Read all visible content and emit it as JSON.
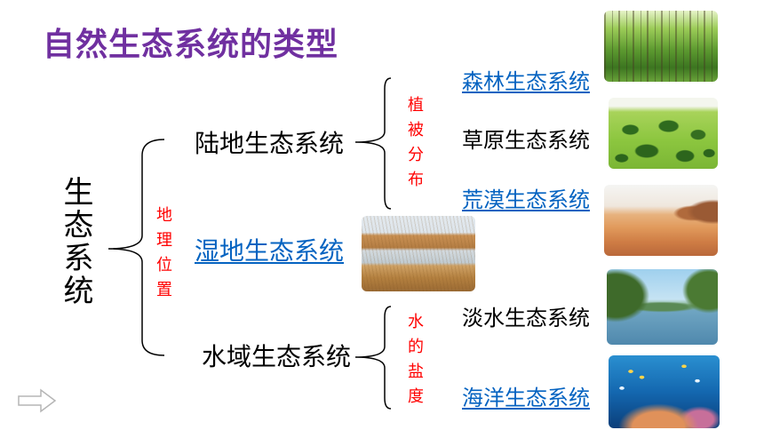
{
  "title": "自然生态系统的类型",
  "root": {
    "label": "生态系统",
    "criterion": "地理位置"
  },
  "branches": [
    {
      "label": "陆地生态系统",
      "criterion": "植被分布",
      "children": [
        "森林生态系统",
        "草原生态系统",
        "荒漠生态系统"
      ]
    },
    {
      "label": "湿地生态系统"
    },
    {
      "label": "水域生态系统",
      "criterion": "水的盐度",
      "children": [
        "淡水生态系统",
        "海洋生态系统"
      ]
    }
  ],
  "icons": {
    "nav": "arrow-right-outline-icon"
  },
  "colors": {
    "title": "#7030A0",
    "criterion": "#FF0000",
    "link": "#0563C1",
    "text": "#000000"
  }
}
